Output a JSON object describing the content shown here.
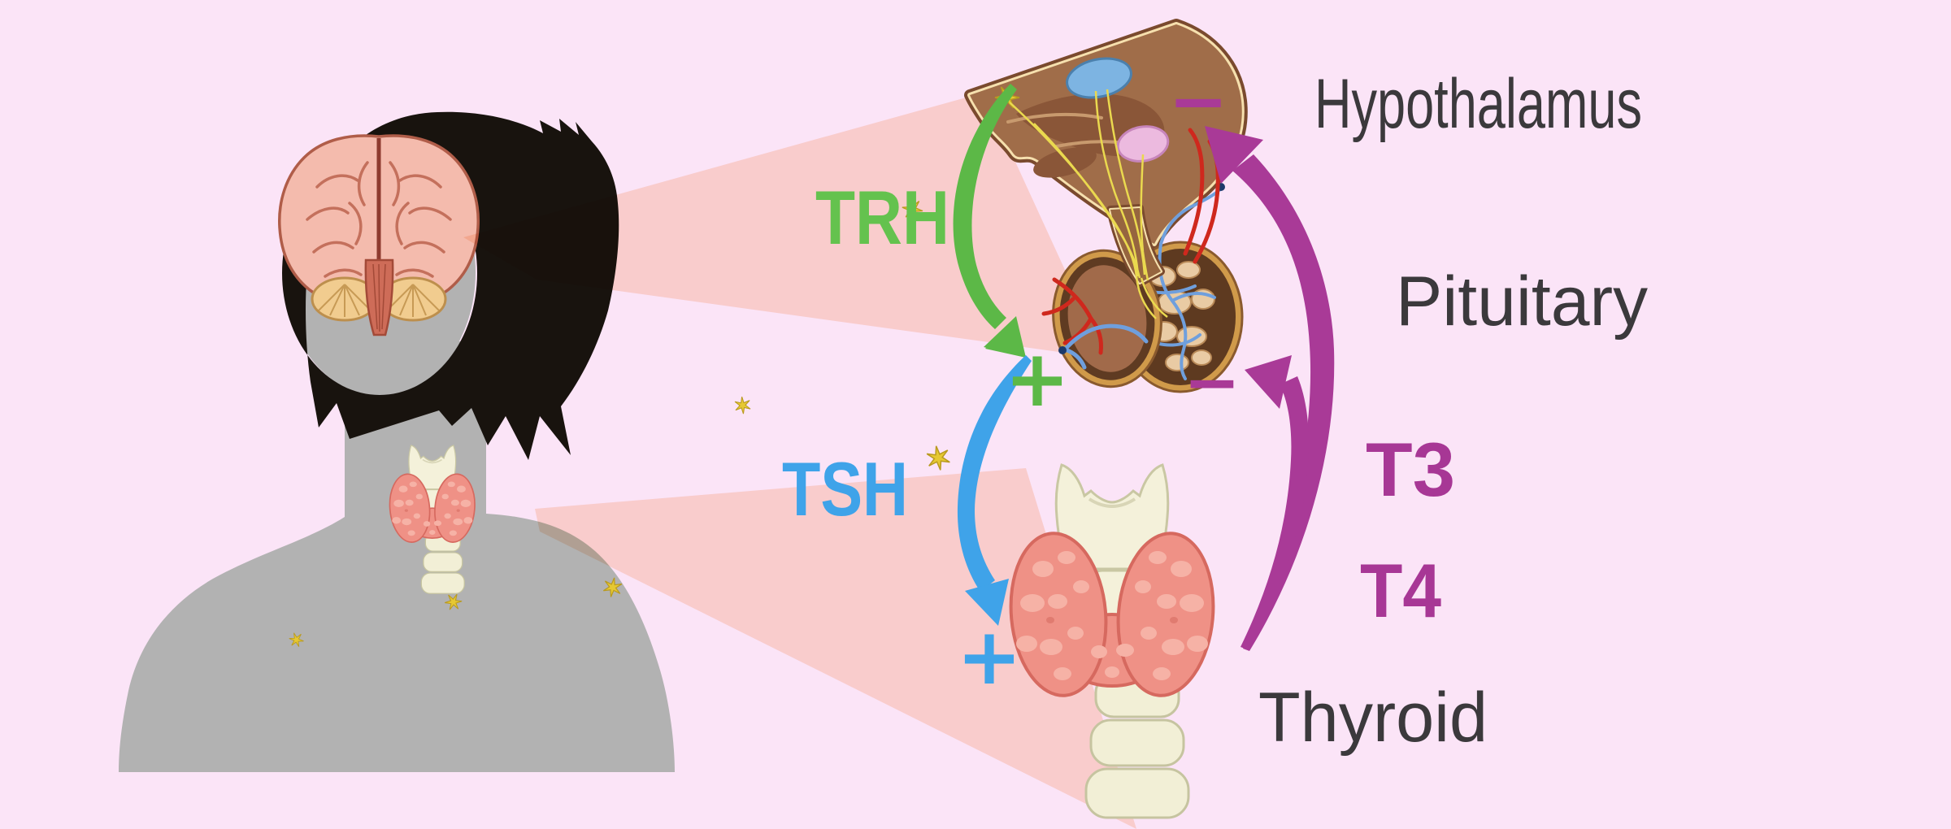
{
  "labels": {
    "hypothalamus": "Hypothalamus",
    "pituitary": "Pituitary",
    "thyroid": "Thyroid",
    "trh": "TRH",
    "tsh": "TSH",
    "t3": "T3",
    "t4": "T4"
  },
  "signs": {
    "stimulate_pituitary": "+",
    "stimulate_thyroid": "+",
    "inhibit_hypothalamus": "−",
    "inhibit_pituitary": "−"
  },
  "arrows": {
    "trh_arrow": {
      "from": "hypothalamus",
      "to": "pituitary",
      "color": "#5cb847",
      "effect": "positive"
    },
    "tsh_arrow": {
      "from": "pituitary",
      "to": "thyroid",
      "color": "#3fa3e9",
      "effect": "positive"
    },
    "t3_t4_feedback_to_pituitary": {
      "from": "thyroid",
      "to": "pituitary",
      "color": "#a93a97",
      "effect": "negative"
    },
    "t3_t4_feedback_to_hypothalamus": {
      "from": "thyroid",
      "to": "hypothalamus",
      "color": "#a93a97",
      "effect": "negative"
    }
  },
  "colors": {
    "background": "#fbe4f7",
    "projection_beam": "#fde4d3",
    "body_gray": "#b2b2b2",
    "hair_black": "#18130e",
    "green": "#5cb847",
    "green_text": "#64c24e",
    "blue": "#3fa3e9",
    "purple": "#a93a97",
    "label_dark": "#3b393c",
    "brain_pink": "#f4bbad",
    "thyroid_pink": "#ef9186",
    "cartilage_cream": "#f4f1da",
    "pituitary_brown": "#a06d49"
  }
}
